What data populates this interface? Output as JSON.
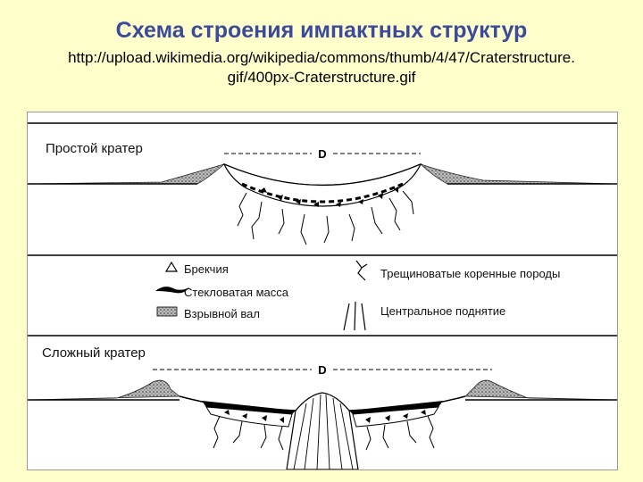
{
  "header": {
    "title": "Схема строения импактных структур",
    "url_line1": "http://upload.wikimedia.org/wikipedia/commons/thumb/4/47/Craterstructure.",
    "url_line2": "gif/400px-Craterstructure.gif"
  },
  "simple_crater": {
    "label": "Простой кратер",
    "diameter_label": "D"
  },
  "complex_crater": {
    "label": "Сложный кратер",
    "diameter_label": "D"
  },
  "legend": {
    "items": [
      {
        "icon": "triangle-icon",
        "label": "Брекчия"
      },
      {
        "icon": "glass-blob-icon",
        "label": "Стекловатая масса"
      },
      {
        "icon": "dotted-box-icon",
        "label": "Взрывной вал"
      },
      {
        "icon": "crack-icon",
        "label": "Трещиноватые коренные породы"
      },
      {
        "icon": "uplift-lines-icon",
        "label": "Центральное поднятие"
      }
    ]
  }
}
